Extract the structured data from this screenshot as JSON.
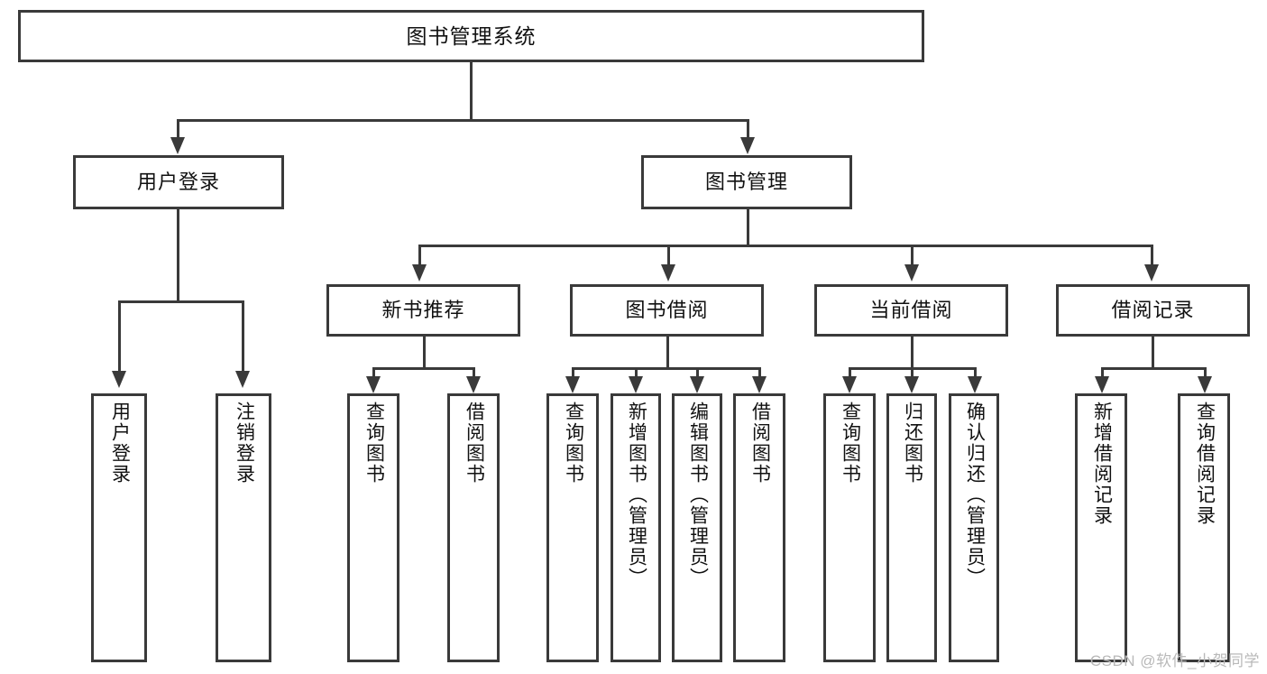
{
  "diagram": {
    "type": "tree",
    "title": "图书管理系统",
    "watermark": "CSDN @软件_小贺同学",
    "colors": {
      "stroke": "#3a3a3a",
      "fill": "#ffffff",
      "text": "#111111",
      "watermark": "#b9b9b9"
    },
    "levels": {
      "root": {
        "label": "图书管理系统"
      },
      "level2": [
        {
          "id": "user-login",
          "label": "用户登录"
        },
        {
          "id": "book-management",
          "label": "图书管理"
        }
      ],
      "level3": [
        {
          "id": "new-book-recommend",
          "label": "新书推荐",
          "parent": "book-management"
        },
        {
          "id": "book-borrow",
          "label": "图书借阅",
          "parent": "book-management"
        },
        {
          "id": "current-borrow",
          "label": "当前借阅",
          "parent": "book-management"
        },
        {
          "id": "borrow-record",
          "label": "借阅记录",
          "parent": "book-management"
        }
      ],
      "leaves": [
        {
          "id": "leaf-user-login",
          "label": "用户登录",
          "parent": "user-login"
        },
        {
          "id": "leaf-logout",
          "label": "注销登录",
          "parent": "user-login"
        },
        {
          "id": "leaf-query-book-1",
          "label": "查询图书",
          "parent": "new-book-recommend"
        },
        {
          "id": "leaf-borrow-book-1",
          "label": "借阅图书",
          "parent": "new-book-recommend"
        },
        {
          "id": "leaf-query-book-2",
          "label": "查询图书",
          "parent": "book-borrow"
        },
        {
          "id": "leaf-add-book",
          "label": "新增图书（管理员）",
          "parent": "book-borrow"
        },
        {
          "id": "leaf-edit-book",
          "label": "编辑图书（管理员）",
          "parent": "book-borrow"
        },
        {
          "id": "leaf-borrow-book-2",
          "label": "借阅图书",
          "parent": "book-borrow"
        },
        {
          "id": "leaf-query-book-3",
          "label": "查询图书",
          "parent": "current-borrow"
        },
        {
          "id": "leaf-return-book",
          "label": "归还图书",
          "parent": "current-borrow"
        },
        {
          "id": "leaf-confirm-return",
          "label": "确认归还（管理员）",
          "parent": "current-borrow"
        },
        {
          "id": "leaf-add-record",
          "label": "新增借阅记录",
          "parent": "borrow-record"
        },
        {
          "id": "leaf-query-record",
          "label": "查询借阅记录",
          "parent": "borrow-record"
        }
      ]
    }
  }
}
